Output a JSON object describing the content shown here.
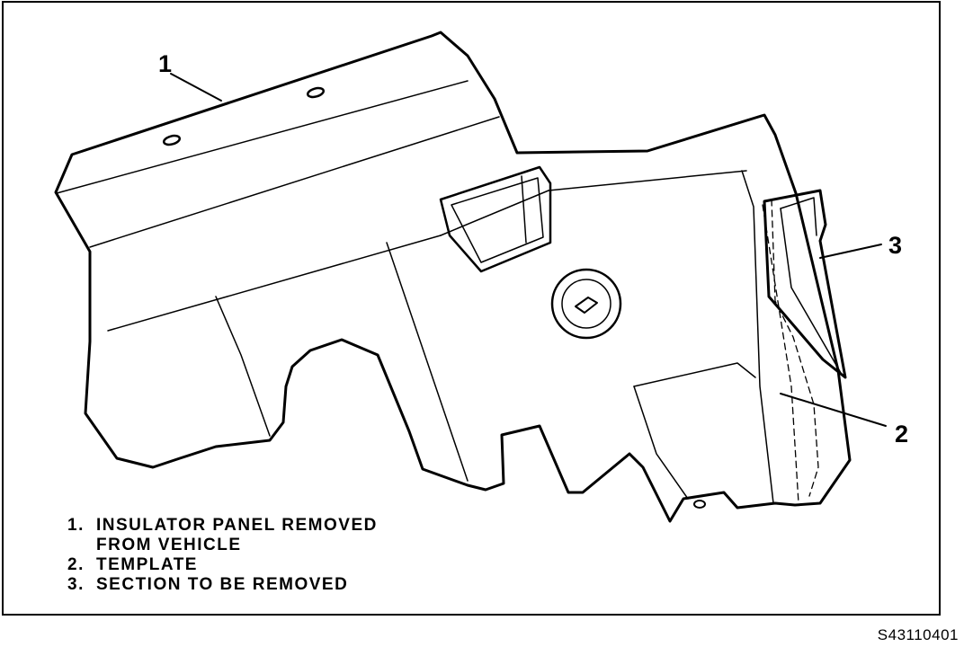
{
  "callouts": {
    "c1": "1",
    "c2": "2",
    "c3": "3"
  },
  "legend": {
    "items": [
      {
        "num": "1.",
        "text": "INSULATOR PANEL REMOVED"
      },
      {
        "num": "",
        "text": "FROM VEHICLE"
      },
      {
        "num": "2.",
        "text": "TEMPLATE"
      },
      {
        "num": "3.",
        "text": "SECTION TO BE REMOVED"
      }
    ]
  },
  "figure_code": "S43110401"
}
